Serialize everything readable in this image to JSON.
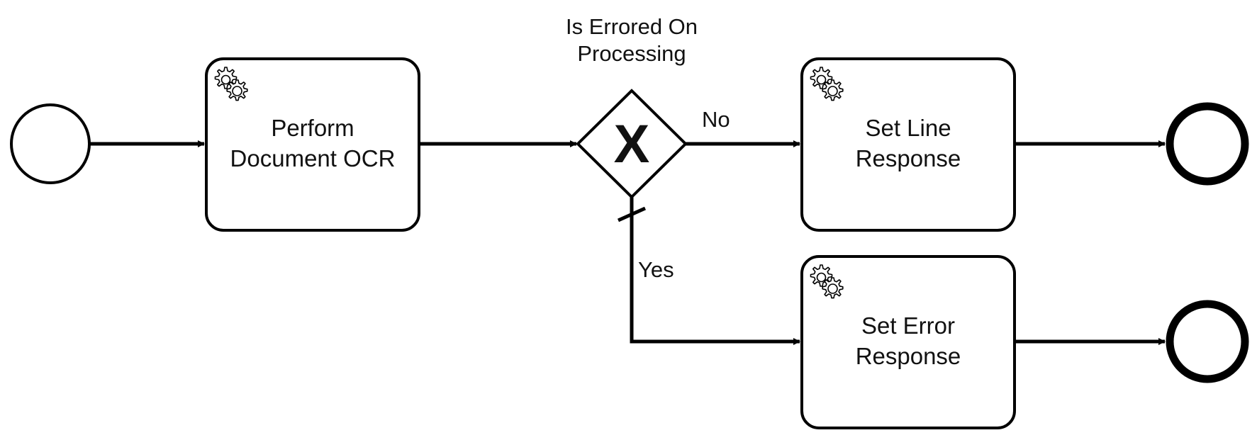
{
  "diagram": {
    "type": "bpmn-process",
    "events": {
      "start": {
        "kind": "start-event"
      },
      "end_line": {
        "kind": "end-event"
      },
      "end_error": {
        "kind": "end-event"
      }
    },
    "tasks": {
      "ocr": {
        "kind": "service-task",
        "icon": "gear-icon",
        "label_lines": [
          "Perform",
          "Document OCR"
        ]
      },
      "line": {
        "kind": "service-task",
        "icon": "gear-icon",
        "label_lines": [
          "Set Line",
          "Response"
        ]
      },
      "error": {
        "kind": "service-task",
        "icon": "gear-icon",
        "label_lines": [
          "Set Error",
          "Response"
        ]
      }
    },
    "gateway": {
      "kind": "exclusive-gateway",
      "marker": "X",
      "label_lines": [
        "Is Errored On",
        "Processing"
      ]
    },
    "flows": [
      {
        "from": "start",
        "to": "ocr"
      },
      {
        "from": "ocr",
        "to": "gateway"
      },
      {
        "from": "gateway",
        "to": "line",
        "label": "No"
      },
      {
        "from": "gateway",
        "to": "error",
        "label": "Yes",
        "default": true
      },
      {
        "from": "line",
        "to": "end_line"
      },
      {
        "from": "error",
        "to": "end_error"
      }
    ]
  }
}
